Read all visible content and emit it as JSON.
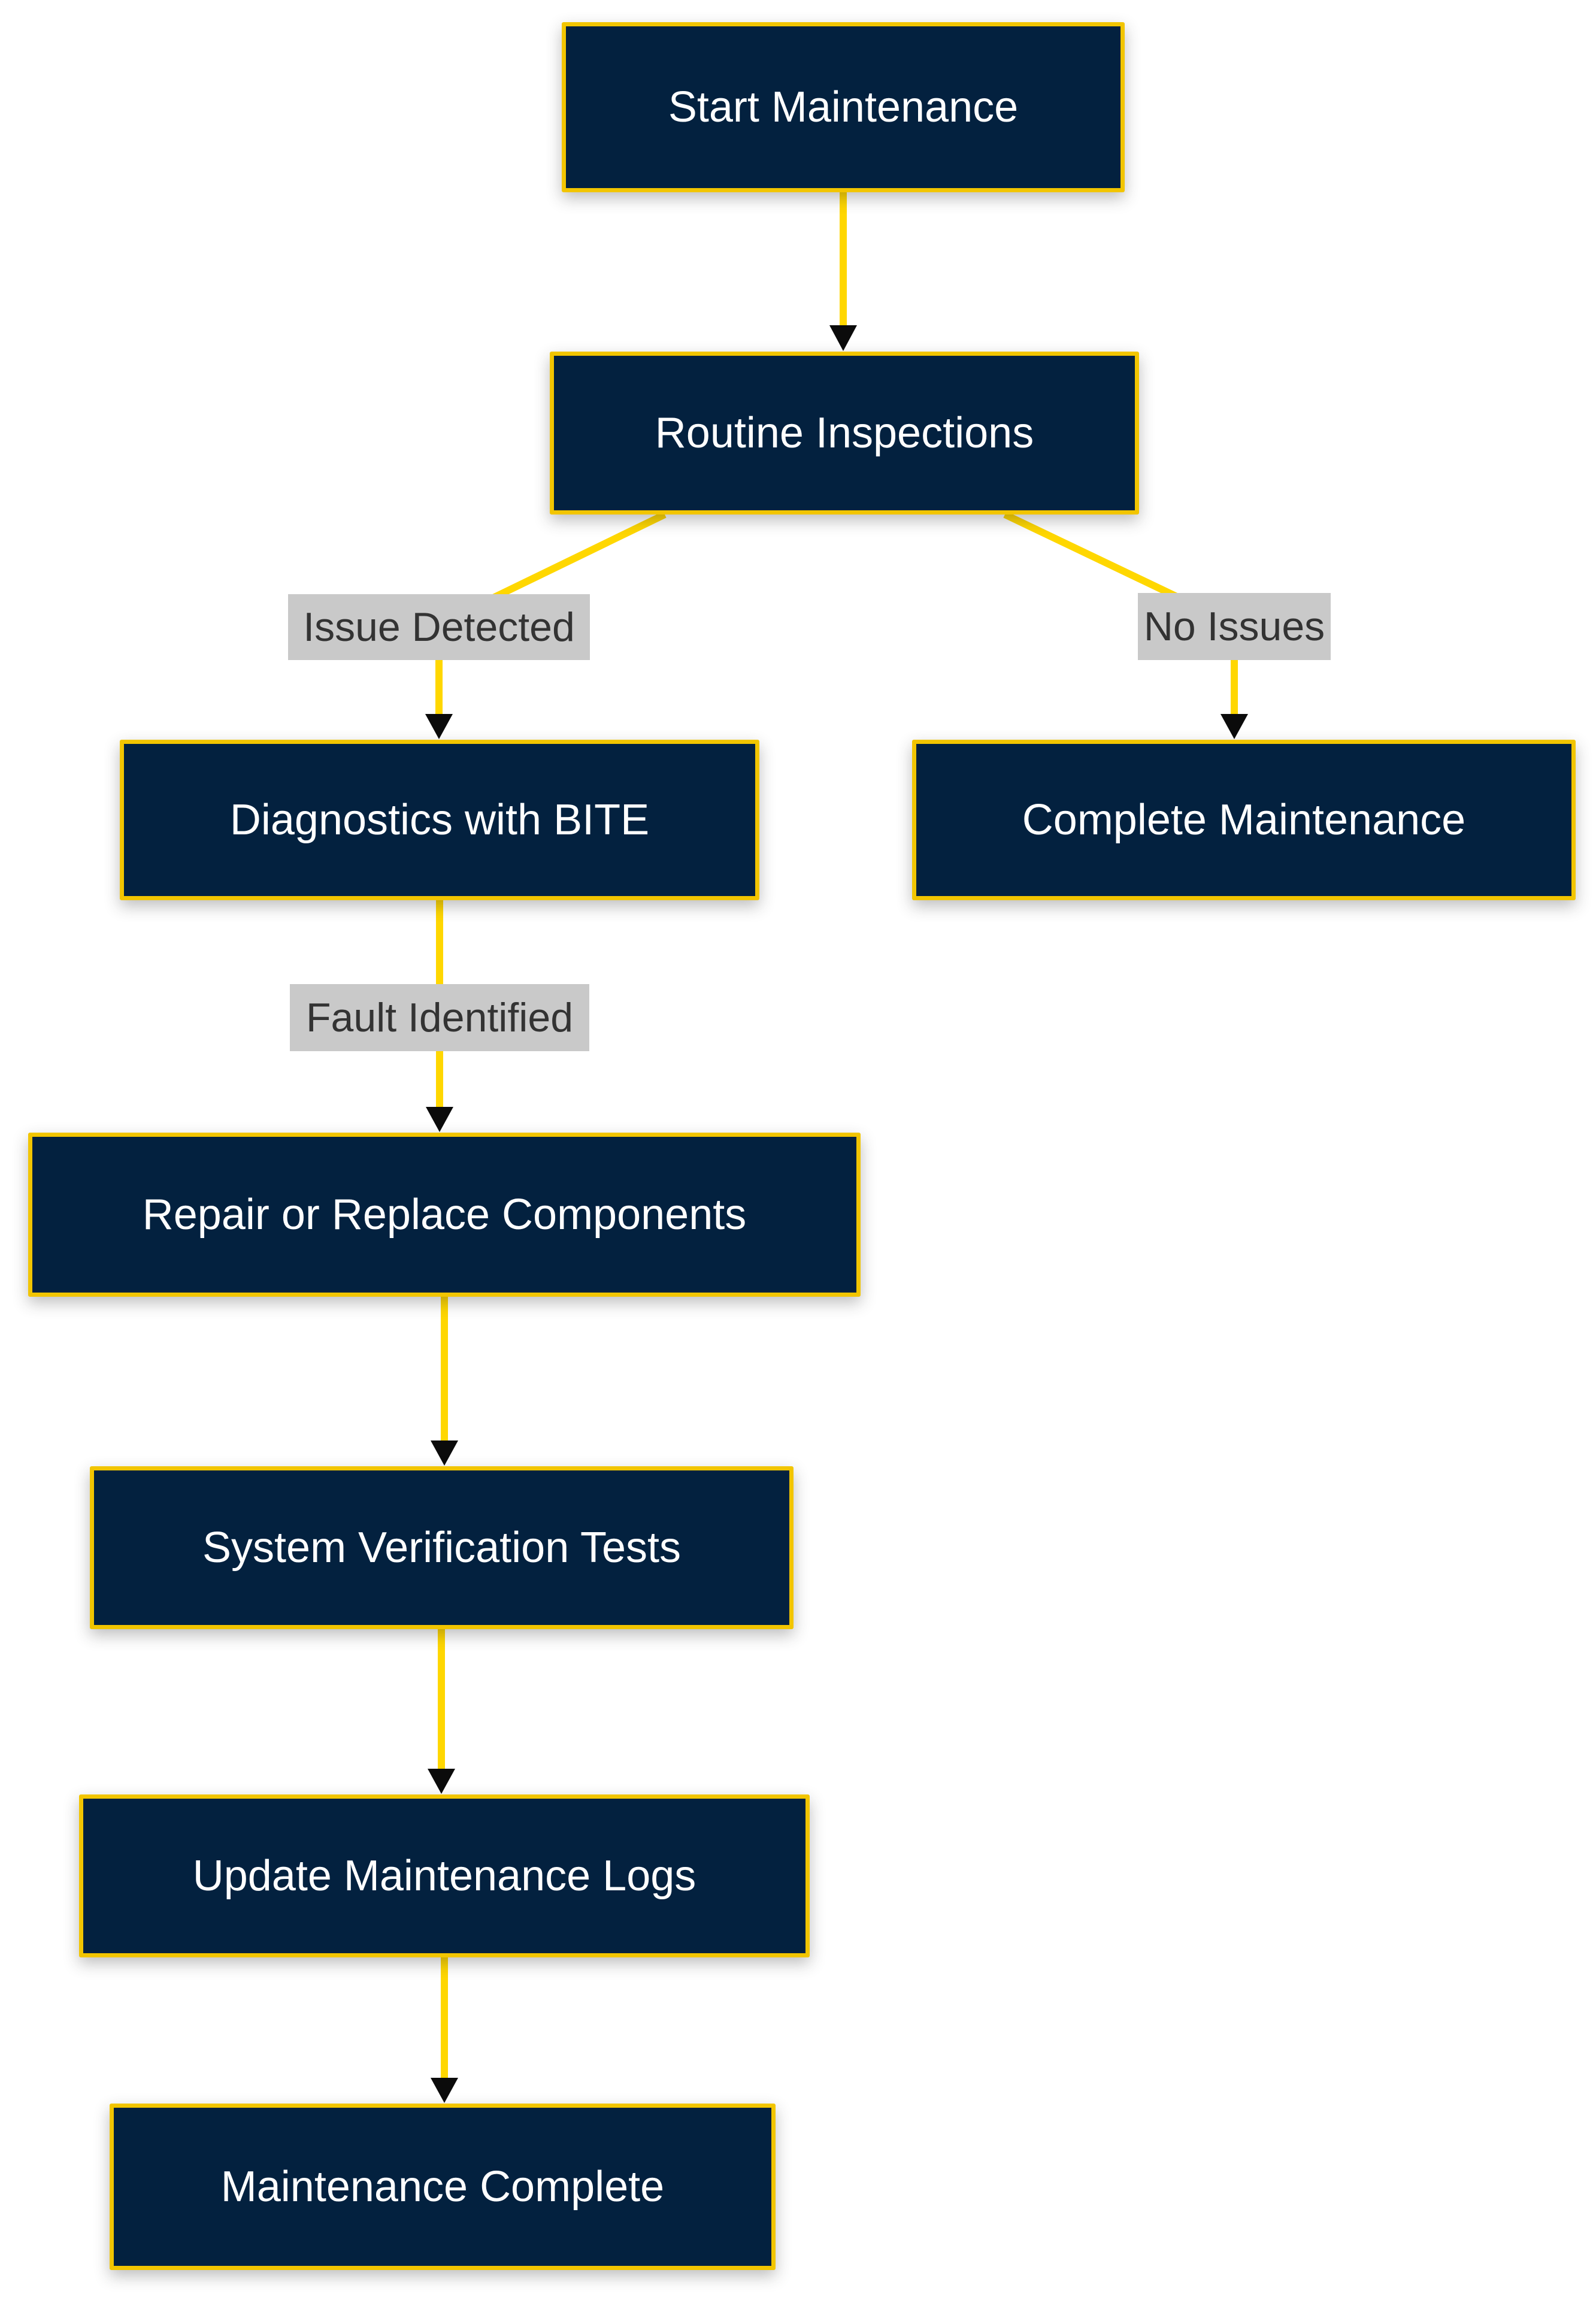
{
  "diagram": {
    "type": "flowchart",
    "direction": "top-down",
    "nodes": [
      {
        "id": "start",
        "label": "Start Maintenance"
      },
      {
        "id": "routine",
        "label": "Routine Inspections"
      },
      {
        "id": "diagnostics",
        "label": "Diagnostics with BITE"
      },
      {
        "id": "complete",
        "label": "Complete Maintenance"
      },
      {
        "id": "repair",
        "label": "Repair or Replace Components"
      },
      {
        "id": "verify",
        "label": "System Verification Tests"
      },
      {
        "id": "logs",
        "label": "Update Maintenance Logs"
      },
      {
        "id": "done",
        "label": "Maintenance Complete"
      }
    ],
    "edges": [
      {
        "from": "start",
        "to": "routine",
        "label": ""
      },
      {
        "from": "routine",
        "to": "diagnostics",
        "label": "Issue Detected"
      },
      {
        "from": "routine",
        "to": "complete",
        "label": "No Issues"
      },
      {
        "from": "diagnostics",
        "to": "repair",
        "label": "Fault Identified"
      },
      {
        "from": "repair",
        "to": "verify",
        "label": ""
      },
      {
        "from": "verify",
        "to": "logs",
        "label": ""
      },
      {
        "from": "logs",
        "to": "done",
        "label": ""
      }
    ],
    "colors": {
      "background": "#ffffff",
      "node_fill": "#03213f",
      "node_border": "#f2c500",
      "node_text": "#ffffff",
      "edge": "#ffd700",
      "arrowhead": "#0b0b0b",
      "edge_label_bg": "#c9c9c9",
      "edge_label_text": "#333333"
    }
  }
}
